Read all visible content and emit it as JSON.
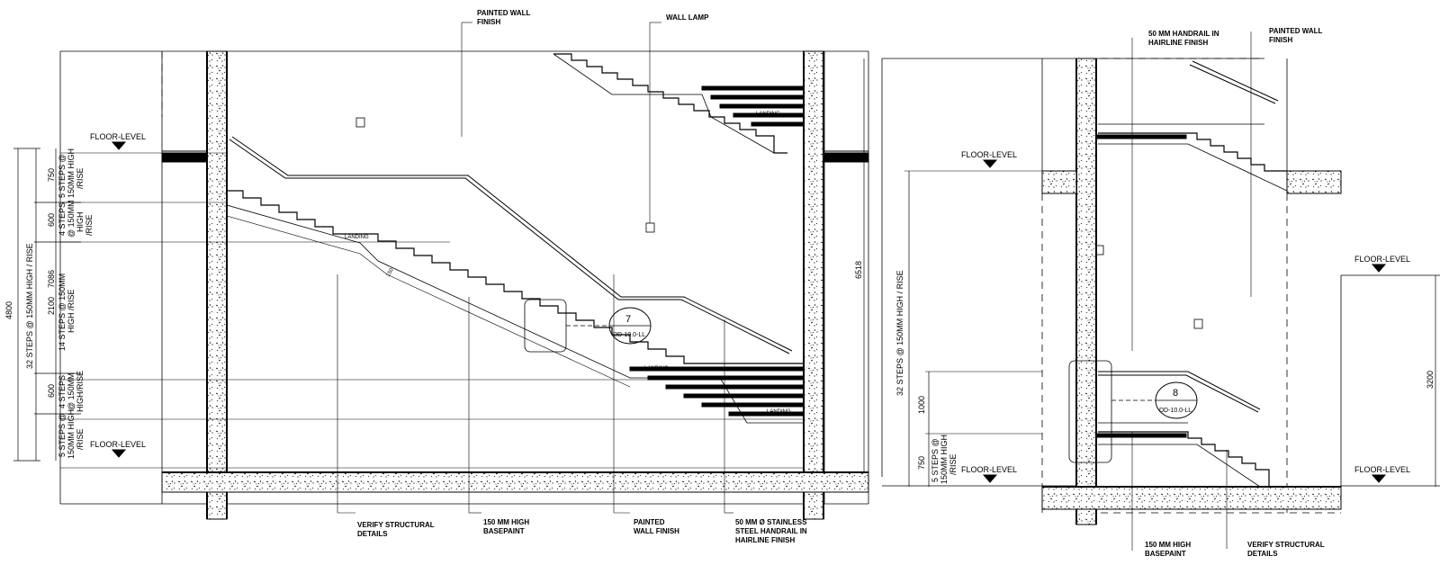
{
  "left_elevation": {
    "notes": {
      "painted_wall_finish_top_1": "PAINTED WALL",
      "painted_wall_finish_top_2": "FINISH",
      "wall_lamp": "WALL LAMP",
      "floor_level_upper": "FLOOR-LEVEL",
      "floor_level_lower": "FLOOR-LEVEL",
      "landing_1": "LANDING",
      "landing_2": "LANDING",
      "landing_3": "LANDING",
      "landing_4": "LANDING",
      "small_dim": "150",
      "verify_1": "VERIFY STRUCTURAL",
      "verify_2": "DETAILS",
      "basepaint_1": "150 MM HIGH",
      "basepaint_2": "BASEPAINT",
      "painted_bottom_1": "PAINTED",
      "painted_bottom_2": "WALL FINISH",
      "handrail_1": "50 MM Ø STAINLESS",
      "handrail_2": "STEEL HANDRAIL IN",
      "handrail_3": "HAIRLINE FINISH"
    },
    "detail_tag": {
      "number": "7",
      "ref": "DD-10.0-LL"
    },
    "dimensions": {
      "total_height": "4800",
      "total_steps": "32 STEPS @ 150MM HIGH / RISE",
      "seg1_value": "750",
      "seg1_l1": "5 STEPS @",
      "seg1_l2": "150MM HIGH",
      "seg1_l3": "/RISE",
      "seg2_value": "600",
      "seg2_l1": "4 STEPS",
      "seg2_l2": "@ 150MM",
      "seg2_l3": "HIGH",
      "seg2_l4": "/RISE",
      "seg3_value": "2100",
      "seg3_l1": "14 STEPS @ 150MM",
      "seg3_l2": "HIGH /RISE",
      "seg3_extra": "7086",
      "seg4_value": "600",
      "seg4_l1": "4 STEPS",
      "seg4_l2": "@ 150MM",
      "seg4_l3": "HIGH/RISE",
      "seg5_l1": "5 STEPS @",
      "seg5_l2": "150MM HIGH",
      "seg5_l3": "/RISE",
      "right_height": "6518"
    }
  },
  "right_section": {
    "notes": {
      "handrail_1": "50 MM HANDRAIL IN",
      "handrail_2": "HAIRLINE FINISH",
      "painted_1": "PAINTED WALL",
      "painted_2": "FINISH",
      "floor_level_a": "FLOOR-LEVEL",
      "floor_level_b": "FLOOR-LEVEL",
      "floor_level_c": "FLOOR-LEVEL",
      "floor_level_d": "FLOOR-LEVEL",
      "basepaint_1": "150 MM HIGH",
      "basepaint_2": "BASEPAINT",
      "verify_1": "VERIFY STRUCTURAL",
      "verify_2": "DETAILS"
    },
    "detail_tag": {
      "number": "8",
      "ref": "DD-10.0-LL"
    },
    "dimensions": {
      "total_steps": "32 STEPS @ 150MM HIGH / RISE",
      "v1000": "1000",
      "v750": "750",
      "v750_l1": "5 STEPS @",
      "v750_l2": "150MM HIGH",
      "v750_l3": "/RISE",
      "v3200": "3200"
    }
  }
}
